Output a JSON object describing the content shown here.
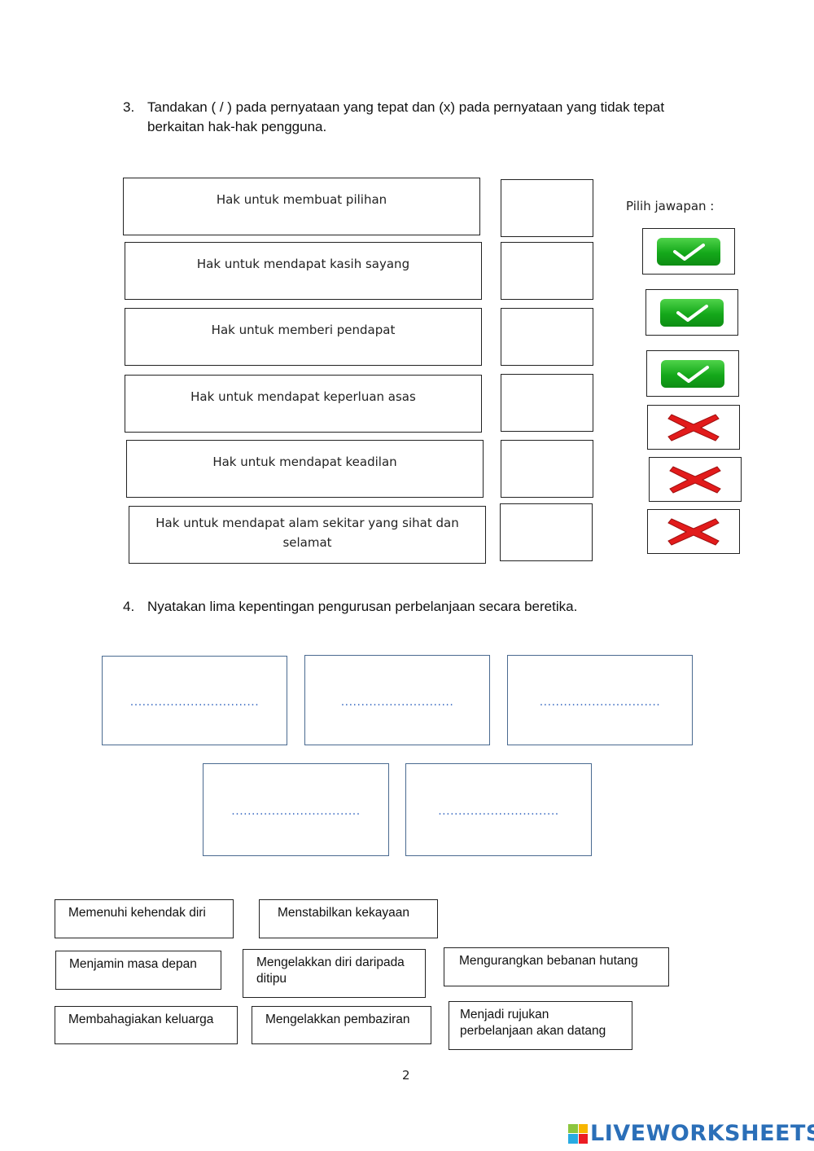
{
  "question3": {
    "number": "3.",
    "line1": "Tandakan ( / ) pada pernyataan yang tepat dan (x) pada pernyataan yang tidak tepat",
    "line2": "berkaitan hak-hak pengguna.",
    "statements": [
      "Hak untuk membuat pilihan",
      "Hak untuk mendapat kasih sayang",
      "Hak untuk memberi pendapat",
      "Hak untuk mendapat keperluan asas",
      "Hak untuk mendapat keadilan",
      "Hak untuk mendapat alam sekitar yang sihat dan selamat"
    ],
    "choose_label": "Pilih jawapan :",
    "options": [
      {
        "icon": "check-mark-icon"
      },
      {
        "icon": "check-mark-icon"
      },
      {
        "icon": "check-mark-icon"
      },
      {
        "icon": "cross-mark-icon"
      },
      {
        "icon": "cross-mark-icon"
      },
      {
        "icon": "cross-mark-icon"
      }
    ]
  },
  "question4": {
    "number": "4.",
    "text": "Nyatakan lima kepentingan pengurusan perbelanjaan secara beretika.",
    "blanks": [
      "................................",
      "............................",
      "..............................",
      "................................",
      ".............................."
    ],
    "answer_chips": [
      "Memenuhi kehendak diri",
      "Menstabilkan kekayaan",
      "Menjamin masa depan",
      "Mengelakkan diri daripada ditipu",
      "Mengurangkan bebanan hutang",
      "Membahagiakan keluarga",
      "Mengelakkan pembaziran",
      "Menjadi rujukan perbelanjaan akan datang"
    ]
  },
  "page_number": "2",
  "brand": {
    "name": "LIVEWORKSHEETS",
    "color": "#2b6fb8"
  }
}
